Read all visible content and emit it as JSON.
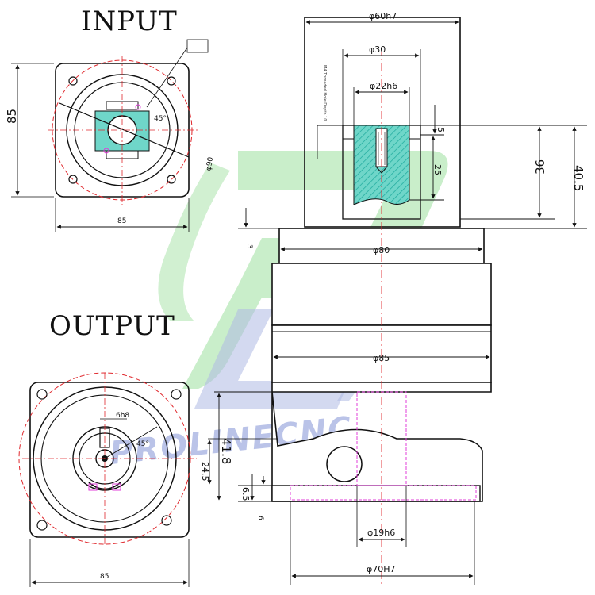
{
  "views": {
    "input_title": "INPUT",
    "output_title": "OUTPUT"
  },
  "input_view": {
    "height_dim": "85",
    "width_dim": "85",
    "diameter_dim": "φ90",
    "angle": "45°"
  },
  "output_view": {
    "width_dim": "85",
    "key_dim": "6h8",
    "angle": "45°"
  },
  "side_view": {
    "dims": {
      "d60h7": "φ60h7",
      "d30_top": "φ30",
      "d22h6": "φ22h6",
      "h5": "5",
      "h25": "25",
      "h36": "36",
      "h40_5": "40.5",
      "h3": "3",
      "d80": "φ80",
      "d85": "φ85",
      "h41_8": "41.8",
      "h24_5": "24.5",
      "h6_5": "6.5",
      "h6": "6",
      "d19h6": "φ19h6",
      "d70h7": "φ70H7"
    },
    "note": "M4 Threaded Hole Depth 10"
  },
  "watermark": {
    "text": "PROLINECNC"
  },
  "colors": {
    "line": "#111111",
    "center_red": "#e0282d",
    "hatch_fill": "#6fd6c9",
    "hatch_stroke": "#1aa89a",
    "magenta": "#e03cd8",
    "watermark_green": "#58c95b",
    "watermark_blue": "#aeb9e4"
  }
}
